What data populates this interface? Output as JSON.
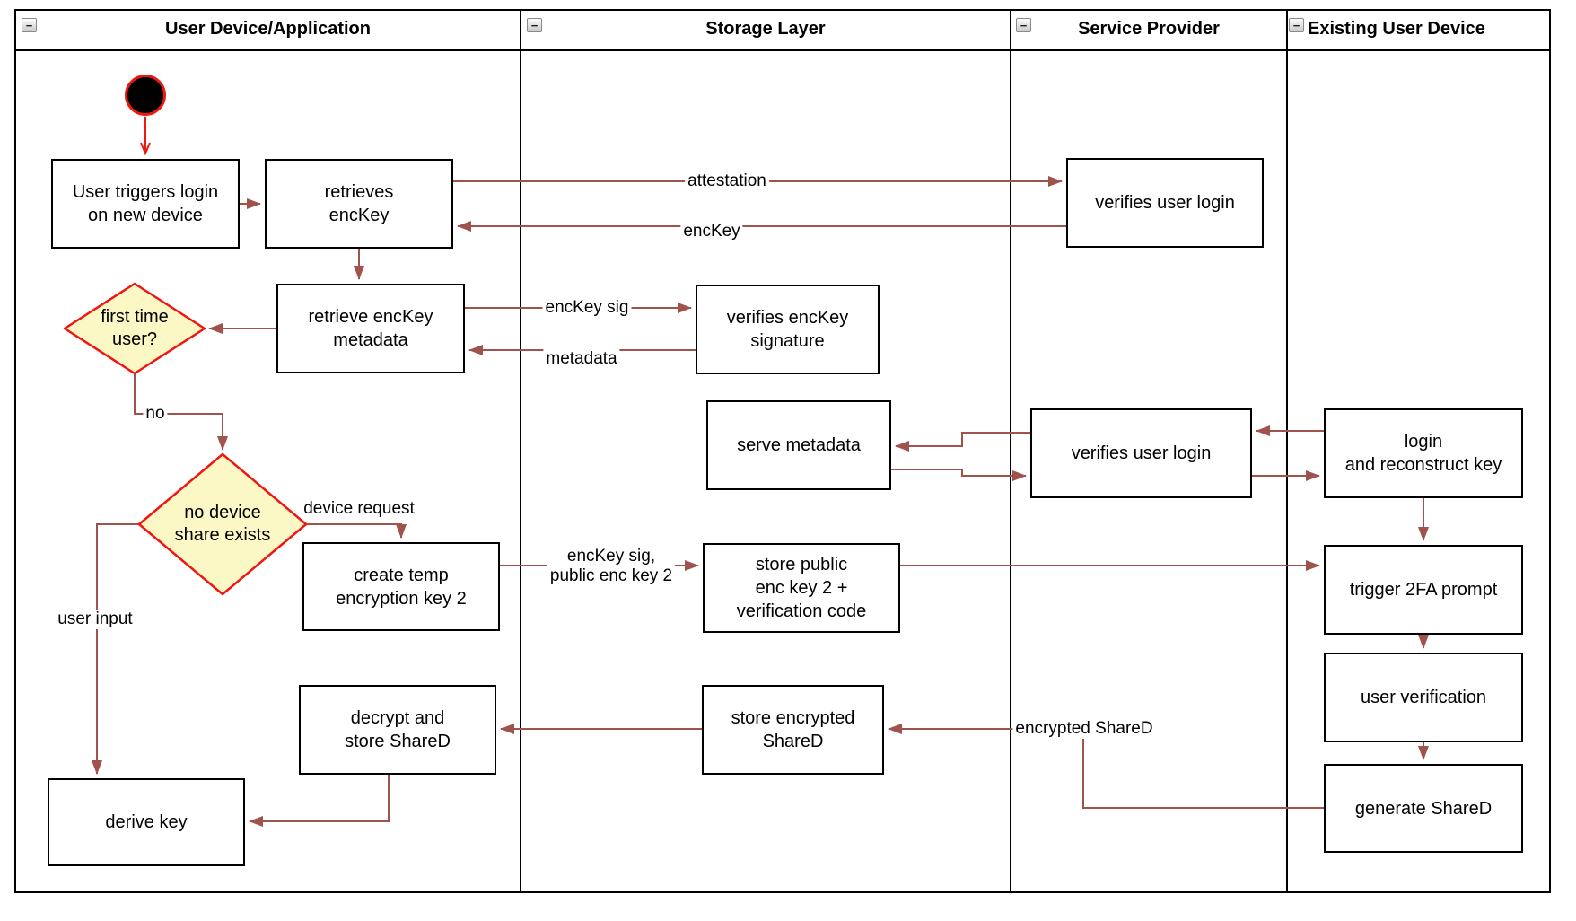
{
  "colors": {
    "arrow": "#a0524d",
    "accent_red": "#ea1a0f",
    "diamond_fill": "#fbf8c5",
    "diamond_stroke": "#f2150f",
    "line_black": "#000000"
  },
  "lanes": [
    {
      "title": "User Device/Application",
      "collapse_glyph": "−"
    },
    {
      "title": "Storage Layer",
      "collapse_glyph": "−"
    },
    {
      "title": "Service Provider",
      "collapse_glyph": "−"
    },
    {
      "title": "Existing User Device",
      "collapse_glyph": "−"
    }
  ],
  "nodes": {
    "user_triggers": {
      "text": "User triggers login\non new device"
    },
    "retrieves_enckey": {
      "text": "retrieves\nencKey"
    },
    "verifies_user_login_1": {
      "text": "verifies user login"
    },
    "first_time_user": {
      "text": "first time\nuser?"
    },
    "retrieve_metadata": {
      "text": "retrieve encKey\nmetadata"
    },
    "verifies_sig": {
      "text": "verifies encKey\nsignature"
    },
    "serve_metadata": {
      "text": "serve metadata"
    },
    "verifies_user_login_2": {
      "text": "verifies user login"
    },
    "login_reconstruct": {
      "text": "login\nand reconstruct key"
    },
    "no_device_share": {
      "text": "no device\nshare exists"
    },
    "create_temp": {
      "text": "create temp\nencryption key 2"
    },
    "store_public": {
      "text": "store public\nenc key 2 +\nverification code"
    },
    "trigger_2fa": {
      "text": "trigger 2FA prompt"
    },
    "user_verification": {
      "text": "user verification"
    },
    "decrypt_store": {
      "text": "decrypt and\nstore ShareD"
    },
    "store_encrypted": {
      "text": "store encrypted\nShareD"
    },
    "generate_shared": {
      "text": "generate ShareD"
    },
    "derive_key": {
      "text": "derive key"
    }
  },
  "edge_labels": {
    "attestation": {
      "text": "attestation"
    },
    "enckey": {
      "text": "encKey"
    },
    "enckey_sig": {
      "text": "encKey sig"
    },
    "metadata": {
      "text": "metadata"
    },
    "no": {
      "text": "no"
    },
    "device_request": {
      "text": "device request"
    },
    "enckey_sig_public": {
      "text": "encKey sig,\npublic enc key 2"
    },
    "user_input": {
      "text": "user input"
    },
    "encrypted_shared": {
      "text": "encrypted ShareD"
    }
  }
}
